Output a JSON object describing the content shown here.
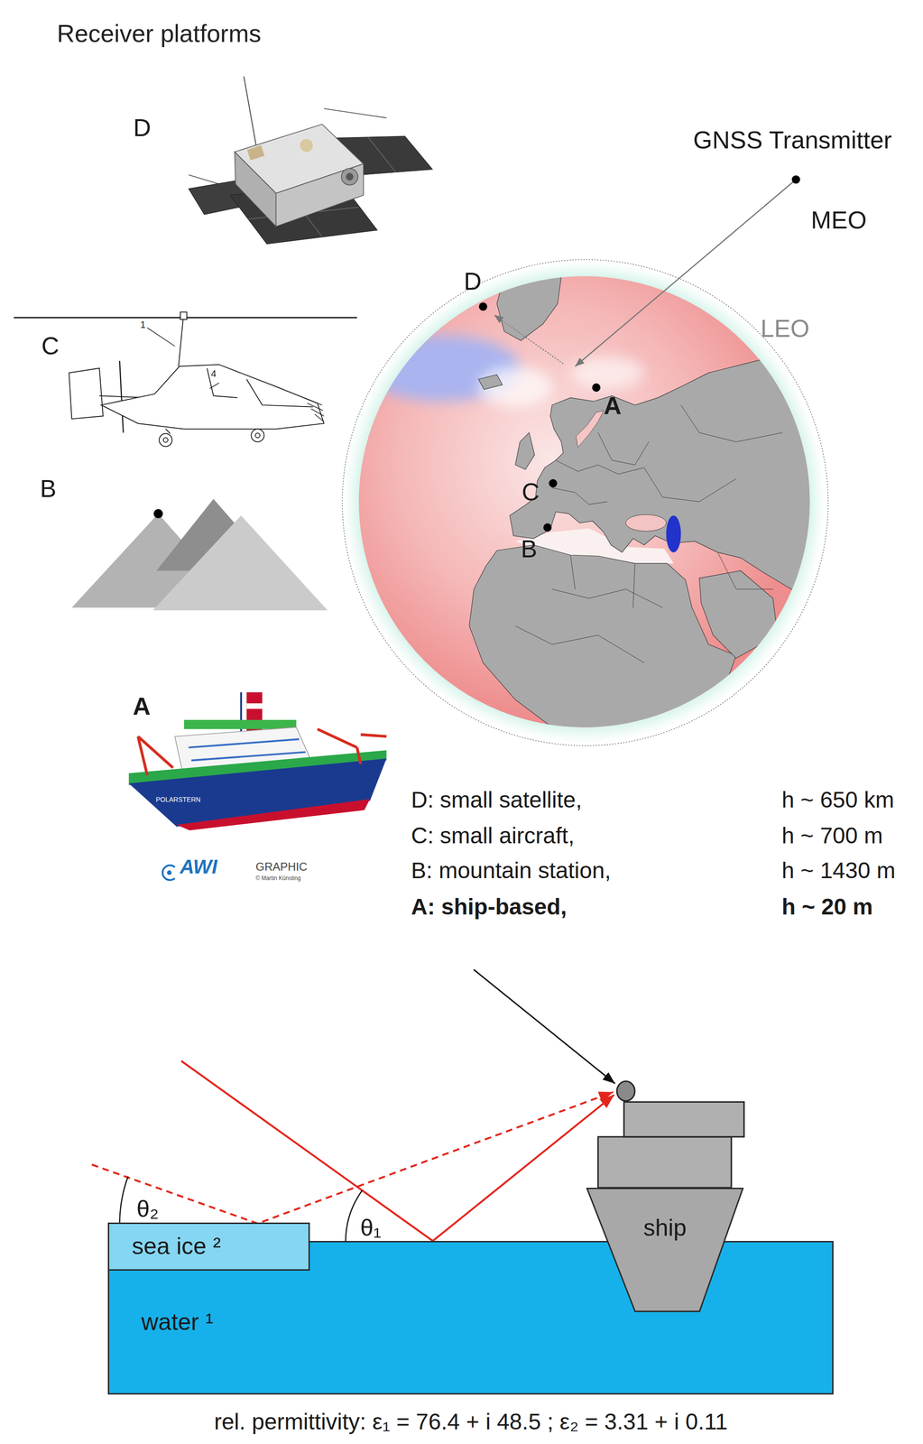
{
  "diagram": {
    "title": "Receiver platforms",
    "caption": "rel. permittivity: ε₁ = 76.4 + i 48.5 ; ε₂ = 3.31 + i 0.11",
    "nodes": [
      {
        "text": [
          "ship"
        ]
      },
      {
        "text": [
          "sea ice ²"
        ]
      },
      {
        "text": [
          "water ¹"
        ]
      }
    ],
    "labels": [
      "D",
      "GNSS Transmitter",
      "MEO",
      "D",
      "LEO",
      "C",
      "1",
      "4",
      "A",
      "C",
      "B",
      "B",
      "A",
      "POLARSTERN",
      "D: small satellite,",
      "h ~ 650 km",
      "C: small aircraft,",
      "h ~ 700 m",
      "B: mountain station,",
      "h ~ 1430 m",
      "AWI",
      "GRAPHIC",
      "© Martin Künsting",
      "A: ship-based,",
      "h ~ 20 m",
      "θ₂",
      "θ₁"
    ]
  }
}
